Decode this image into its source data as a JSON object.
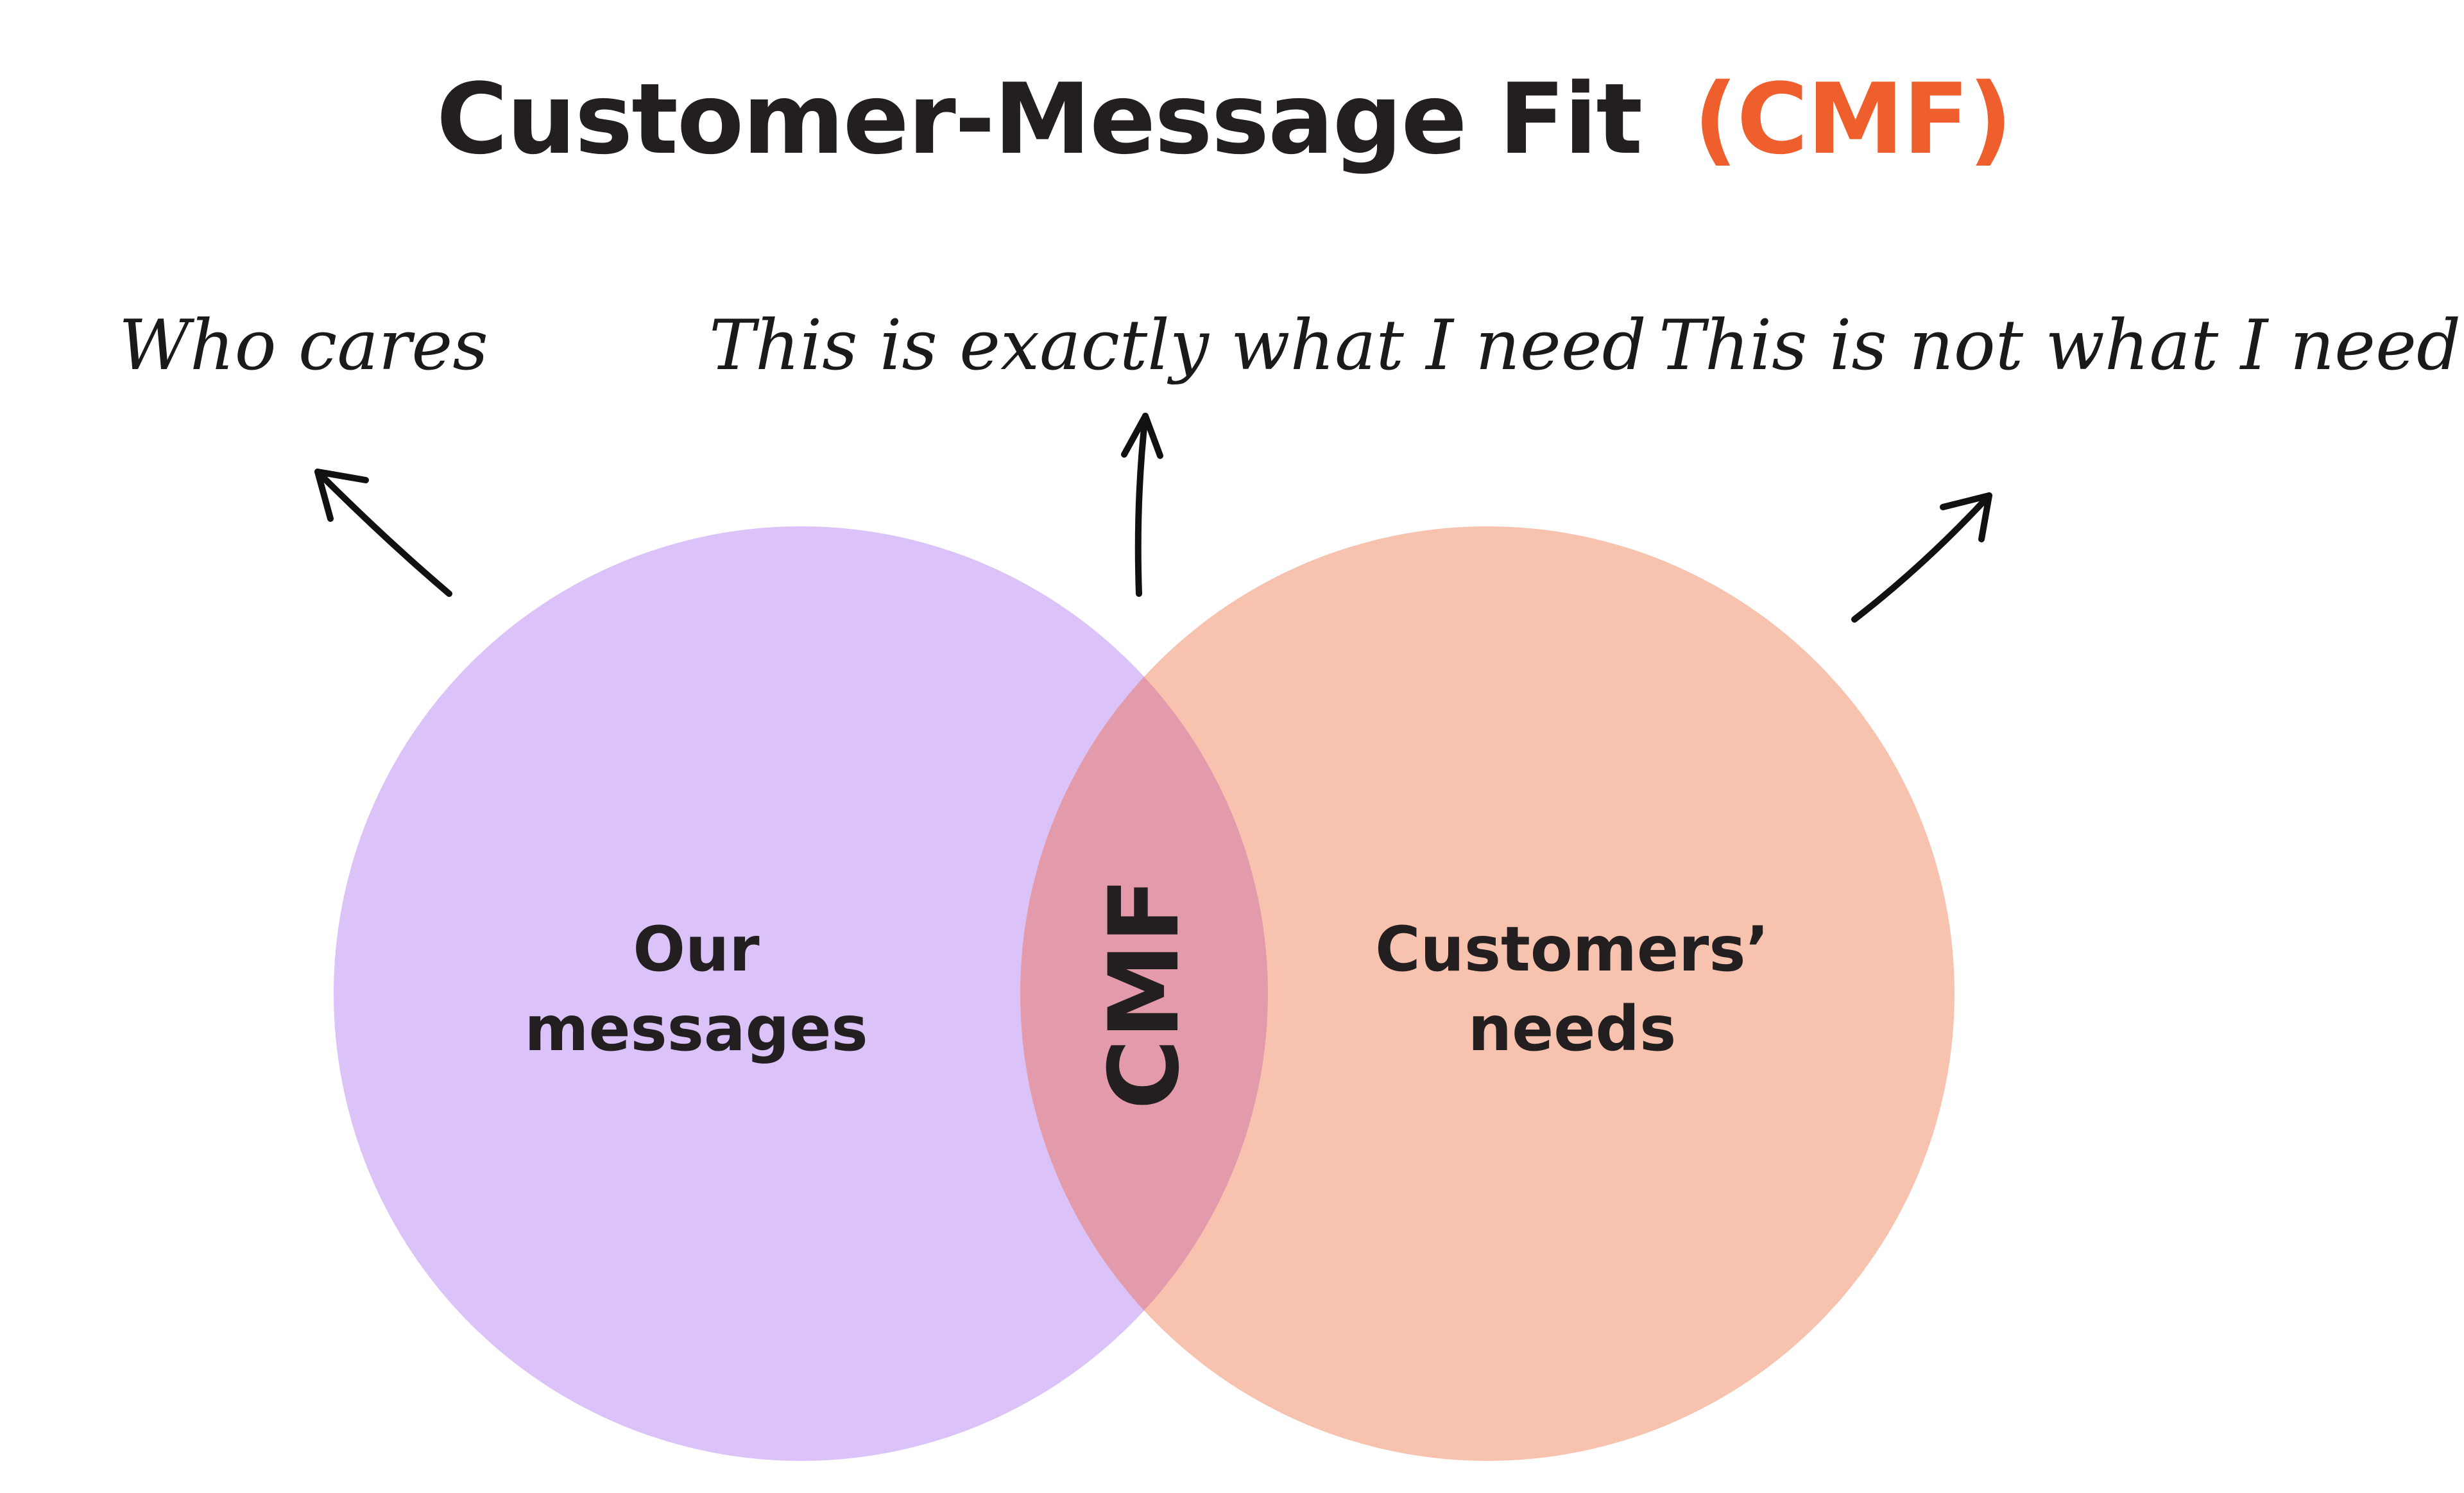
{
  "title": {
    "main": "Customer-Message Fit",
    "accent": "(CMF)"
  },
  "annotations": {
    "left": "Who cares",
    "center": "This is exactly what I need",
    "right": "This is not what I need"
  },
  "circles": {
    "left": {
      "line1": "Our",
      "line2": "messages"
    },
    "right": {
      "line1": "Customers’",
      "line2": "needs"
    },
    "overlap": "CMF"
  },
  "colors": {
    "title_text": "#231f20",
    "accent": "#ef5f2d",
    "left_circle": "#dbc2f8",
    "right_circle": "#f8c3ae",
    "overlap": "#e39aab"
  }
}
